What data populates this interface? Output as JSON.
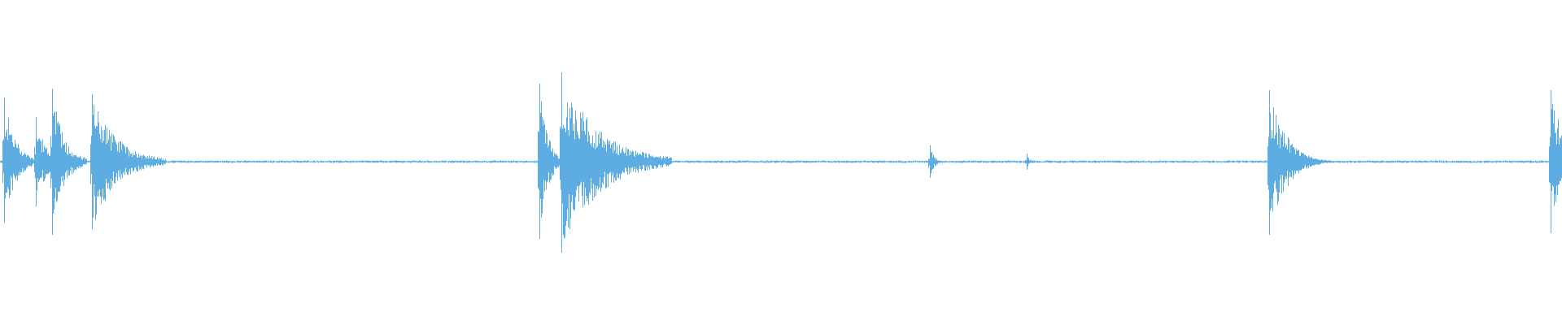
{
  "waveform": {
    "color": "#5dade2",
    "background": "#ffffff",
    "duration_samples": 1920,
    "bursts": [
      {
        "center": 5,
        "peak_up": 0.79,
        "peak_down": 0.75,
        "decay": 14
      },
      {
        "center": 44,
        "peak_up": 0.55,
        "peak_down": 0.55,
        "decay": 12
      },
      {
        "center": 64,
        "peak_up": 0.9,
        "peak_down": 0.9,
        "decay": 14
      },
      {
        "center": 113,
        "peak_up": 0.83,
        "peak_down": 0.83,
        "decay": 30
      },
      {
        "center": 141,
        "peak_up": 0.05,
        "peak_down": 0.05,
        "decay": 4
      },
      {
        "center": 663,
        "peak_up": 0.96,
        "peak_down": 0.95,
        "decay": 10
      },
      {
        "center": 690,
        "peak_up": 1.1,
        "peak_down": 1.12,
        "decay": 45
      },
      {
        "center": 1143,
        "peak_up": 0.2,
        "peak_down": 0.2,
        "decay": 5
      },
      {
        "center": 1262,
        "peak_up": 0.1,
        "peak_down": 0.1,
        "decay": 3
      },
      {
        "center": 1560,
        "peak_up": 0.88,
        "peak_down": 0.9,
        "decay": 20
      },
      {
        "center": 1583,
        "peak_up": 0.3,
        "peak_down": 0.3,
        "decay": 18
      },
      {
        "center": 1906,
        "peak_up": 0.88,
        "peak_down": 0.88,
        "decay": 18
      }
    ],
    "noise_floor": 0.012
  }
}
